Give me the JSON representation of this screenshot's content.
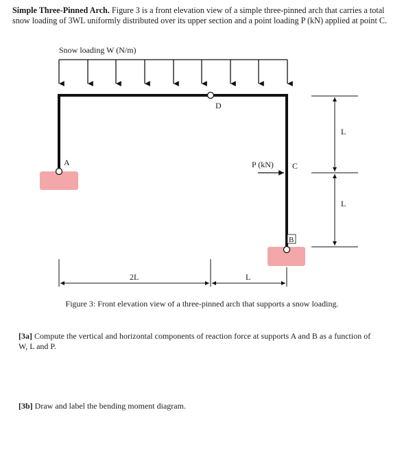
{
  "problem": {
    "title": "Simple Three-Pinned Arch.",
    "text": "Figure 3 is a front elevation view of a simple three-pinned arch that carries a total snow loading of 3WL uniformly distributed over its upper section and a point loading P (kN) applied at point C."
  },
  "figure": {
    "load_label": "Snow loading W (N/m)",
    "point_labels": {
      "A": "A",
      "B": "B",
      "C": "C",
      "D": "D"
    },
    "point_load_label": "P (kN)",
    "dim_2L": "2L",
    "dim_L_horizontal": "L",
    "dim_L_upper": "L",
    "dim_L_lower": "L",
    "support_color": "#f4a7a8",
    "caption": "Figure 3: Front elevation view of a three-pinned arch that supports a snow loading."
  },
  "questions": [
    {
      "tag": "[3a]",
      "text": "Compute the vertical and horizontal components of reaction force at supports A and B as a function of W, L and P."
    },
    {
      "tag": "[3b]",
      "text": "Draw and label the bending moment diagram."
    }
  ]
}
